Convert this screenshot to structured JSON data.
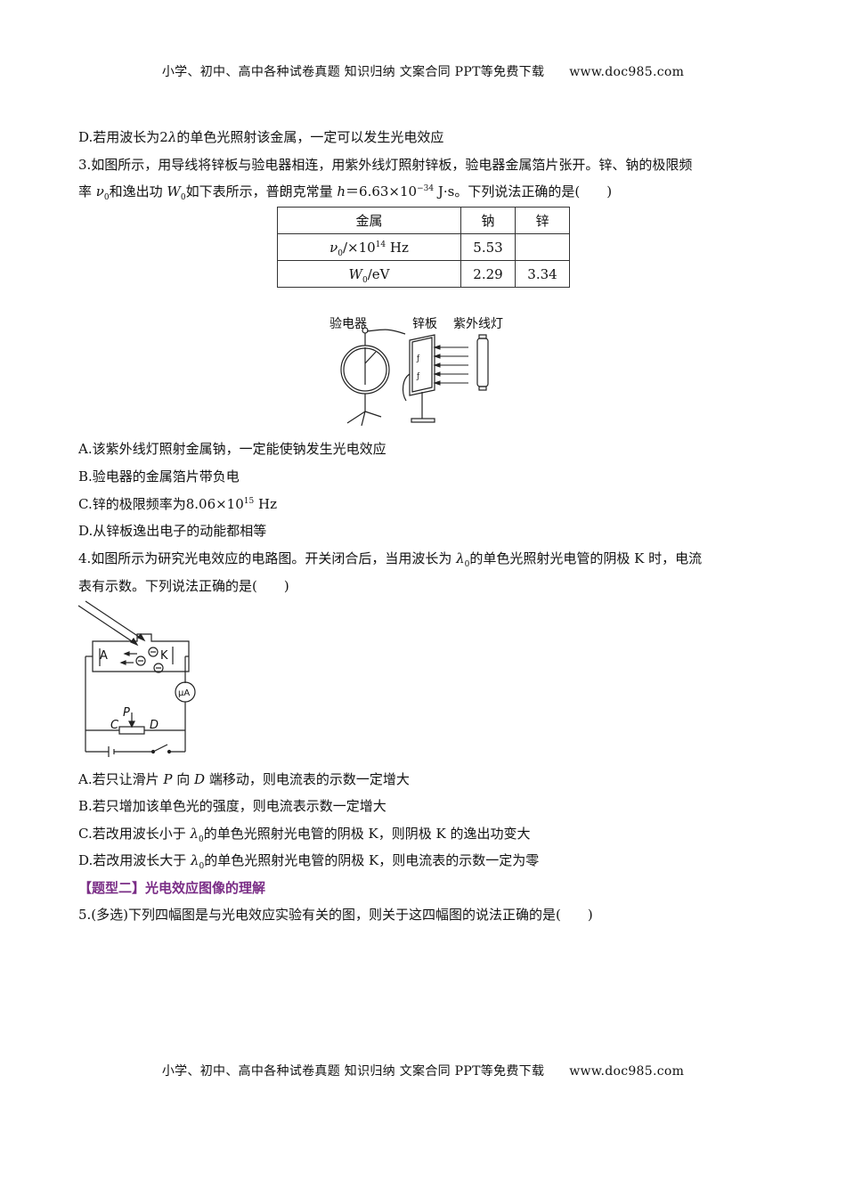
{
  "header": {
    "left": "小学、初中、高中各种试卷真题 知识归纳 文案合同 PPT等免费下载",
    "url": "www.doc985.com"
  },
  "footer": {
    "left": "小学、初中、高中各种试卷真题 知识归纳 文案合同 PPT等免费下载",
    "url": "www.doc985.com"
  },
  "q2": {
    "option_d_pre": "D.若用波长为2",
    "option_d_sym": "λ",
    "option_d_post": "的单色光照射该金属，一定可以发生光电效应"
  },
  "q3": {
    "line1": "3.如图所示，用导线将锌板与验电器相连，用紫外线灯照射锌板，验电器金属箔片张开。锌、钠的极限频",
    "line2_a": "率 ",
    "line2_nu": "ν",
    "line2_sub0": "0",
    "line2_b": "和逸出功 ",
    "line2_W": "W",
    "line2_sub0b": "0",
    "line2_c": "如下表所示，普朗克常量 ",
    "line2_h": "h",
    "line2_d": "＝6.63×10",
    "line2_exp": "−34",
    "line2_e": " J·s。下列说法正确的是(　　)",
    "table": {
      "header": [
        "金属",
        "钠",
        "锌"
      ],
      "row1_label_sym": "ν",
      "row1_label_sub": "0",
      "row1_label_mid": "/×10",
      "row1_label_exp": "14",
      "row1_label_unit": " Hz",
      "row1_values": [
        "5.53",
        ""
      ],
      "row2_label_sym": "W",
      "row2_label_sub": "0",
      "row2_label_unit": "/eV",
      "row2_values": [
        "2.29",
        "3.34"
      ]
    },
    "figure_labels": [
      "验电器",
      "锌板",
      "紫外线灯"
    ],
    "options": {
      "a": "A.该紫外线灯照射金属钠，一定能使钠发生光电效应",
      "b": "B.验电器的金属箔片带负电",
      "c_pre": "C.锌的极限频率为8.06×10",
      "c_exp": "15",
      "c_post": " Hz",
      "d": "D.从锌板逸出电子的动能都相等"
    }
  },
  "q4": {
    "line1_a": "4.如图所示为研究光电效应的电路图。开关闭合后，当用波长为 ",
    "line1_sym": "λ",
    "line1_sub": "0",
    "line1_b": "的单色光照射光电管的阴极 K 时，电流",
    "line2": "表有示数。下列说法正确的是(　　)",
    "figure_labels": {
      "a": "A",
      "k": "K",
      "meter": "μA",
      "p": "P",
      "c": "C",
      "d": "D"
    },
    "options": {
      "a_pre": "A.若只让滑片 ",
      "a_p": "P",
      "a_mid": " 向 ",
      "a_d": "D",
      "a_post": " 端移动，则电流表的示数一定增大",
      "b": "B.若只增加该单色光的强度，则电流表示数一定增大",
      "c_pre": "C.若改用波长小于 ",
      "c_sym": "λ",
      "c_sub": "0",
      "c_post": "的单色光照射光电管的阴极 K，则阴极 K 的逸出功变大",
      "d_pre": "D.若改用波长大于 ",
      "d_sym": "λ",
      "d_sub": "0",
      "d_post": "的单色光照射光电管的阴极 K，则电流表的示数一定为零"
    }
  },
  "section": {
    "title": "【题型二】光电效应图像的理解"
  },
  "q5": {
    "line1": "5.(多选)下列四幅图是与光电效应实验有关的图，则关于这四幅图的说法正确的是(　　)"
  },
  "colors": {
    "section": "#7a2d86",
    "text": "#111111"
  }
}
